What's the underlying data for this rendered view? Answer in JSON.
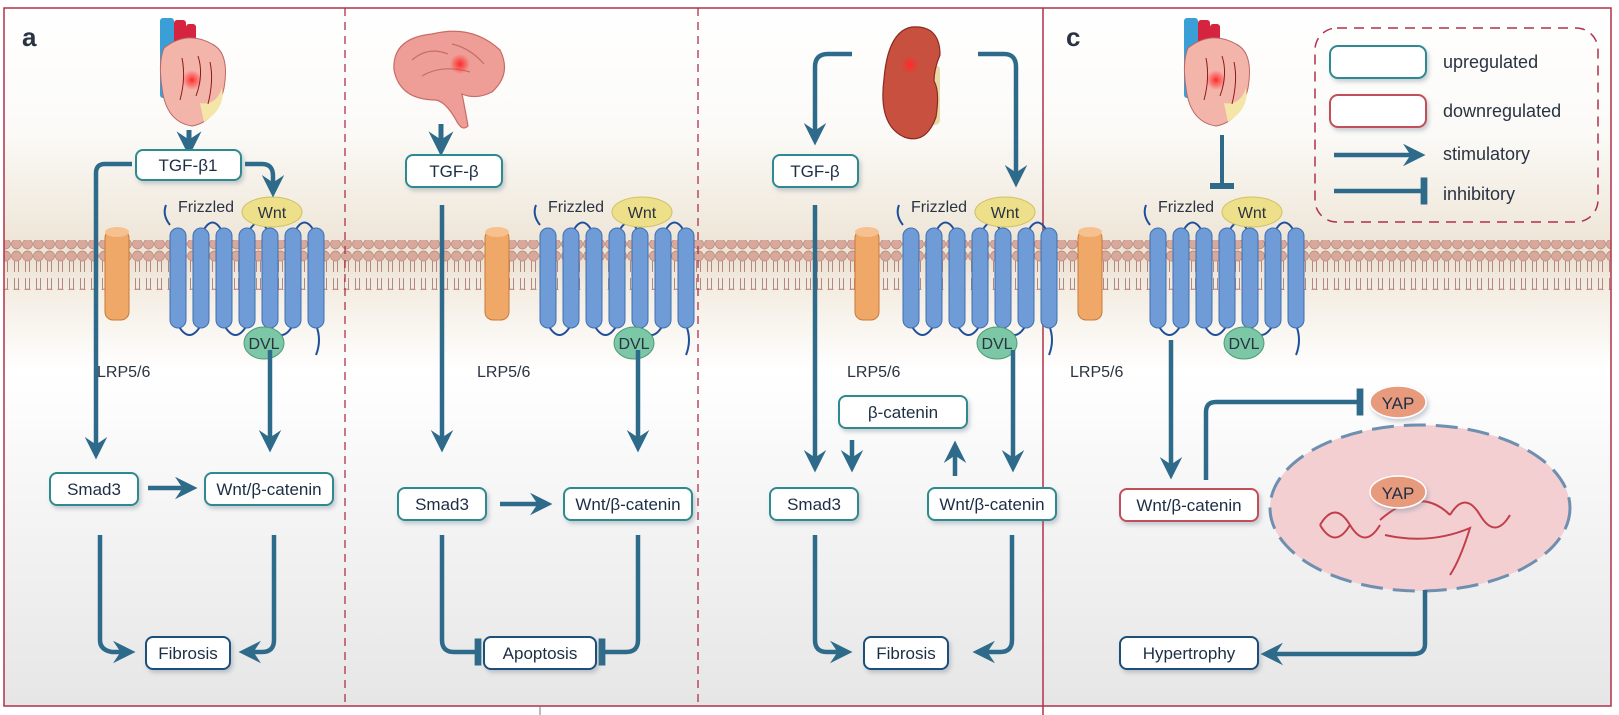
{
  "figure": {
    "panel_letters": [
      "a",
      "c"
    ],
    "colors": {
      "upregulated_border": "#2f8a8f",
      "downregulated_border": "#c0505a",
      "neutral_border": "#1f4f7a",
      "arrow": "#2e6b8a",
      "panel_border": "#b0314a",
      "membrane_head": "#d8a99a",
      "receptor": "#6f9bd6",
      "lrp": "#f0a868",
      "wnt": "#eee08a",
      "dvl": "#7cc7a6",
      "yap": "#e89a7d",
      "nucleus": "#f3cfd2"
    }
  },
  "legend": {
    "items": [
      {
        "label": "upregulated",
        "kind": "box-up"
      },
      {
        "label": "downregulated",
        "kind": "box-down"
      },
      {
        "label": "stimulatory",
        "kind": "arrow"
      },
      {
        "label": "inhibitory",
        "kind": "tee"
      }
    ]
  },
  "membrane_labels": {
    "frizzled": "Frizzled",
    "wnt": "Wnt",
    "dvl": "DVL",
    "lrp": "LRP5/6"
  },
  "panels": [
    {
      "id": "heart-a",
      "organ": "heart",
      "organ_icon": "heart-icon",
      "nodes": {
        "tgf": {
          "label": "TGF-β1",
          "state": "up"
        },
        "smad": {
          "label": "Smad3",
          "state": "up"
        },
        "wnt_cat": {
          "label": "Wnt/β-catenin",
          "state": "up"
        },
        "outcome": {
          "label": "Fibrosis",
          "state": "neutral"
        }
      }
    },
    {
      "id": "brain",
      "organ": "brain",
      "organ_icon": "brain-icon",
      "nodes": {
        "tgf": {
          "label": "TGF-β",
          "state": "up"
        },
        "smad": {
          "label": "Smad3",
          "state": "up"
        },
        "wnt_cat": {
          "label": "Wnt/β-catenin",
          "state": "up"
        },
        "outcome": {
          "label": "Apoptosis",
          "state": "neutral"
        }
      }
    },
    {
      "id": "kidney",
      "organ": "kidney",
      "organ_icon": "kidney-icon",
      "nodes": {
        "tgf": {
          "label": "TGF-β",
          "state": "up"
        },
        "beta_cat": {
          "label": "β-catenin",
          "state": "up"
        },
        "smad": {
          "label": "Smad3",
          "state": "up"
        },
        "wnt_cat": {
          "label": "Wnt/β-catenin",
          "state": "up"
        },
        "outcome": {
          "label": "Fibrosis",
          "state": "neutral"
        }
      }
    },
    {
      "id": "heart-c",
      "organ": "heart",
      "organ_icon": "heart-icon",
      "nodes": {
        "wnt_cat": {
          "label": "Wnt/β-catenin",
          "state": "down"
        },
        "yap_cyto": {
          "label": "YAP"
        },
        "yap_nuc": {
          "label": "YAP"
        },
        "outcome": {
          "label": "Hypertrophy",
          "state": "neutral"
        }
      }
    }
  ]
}
